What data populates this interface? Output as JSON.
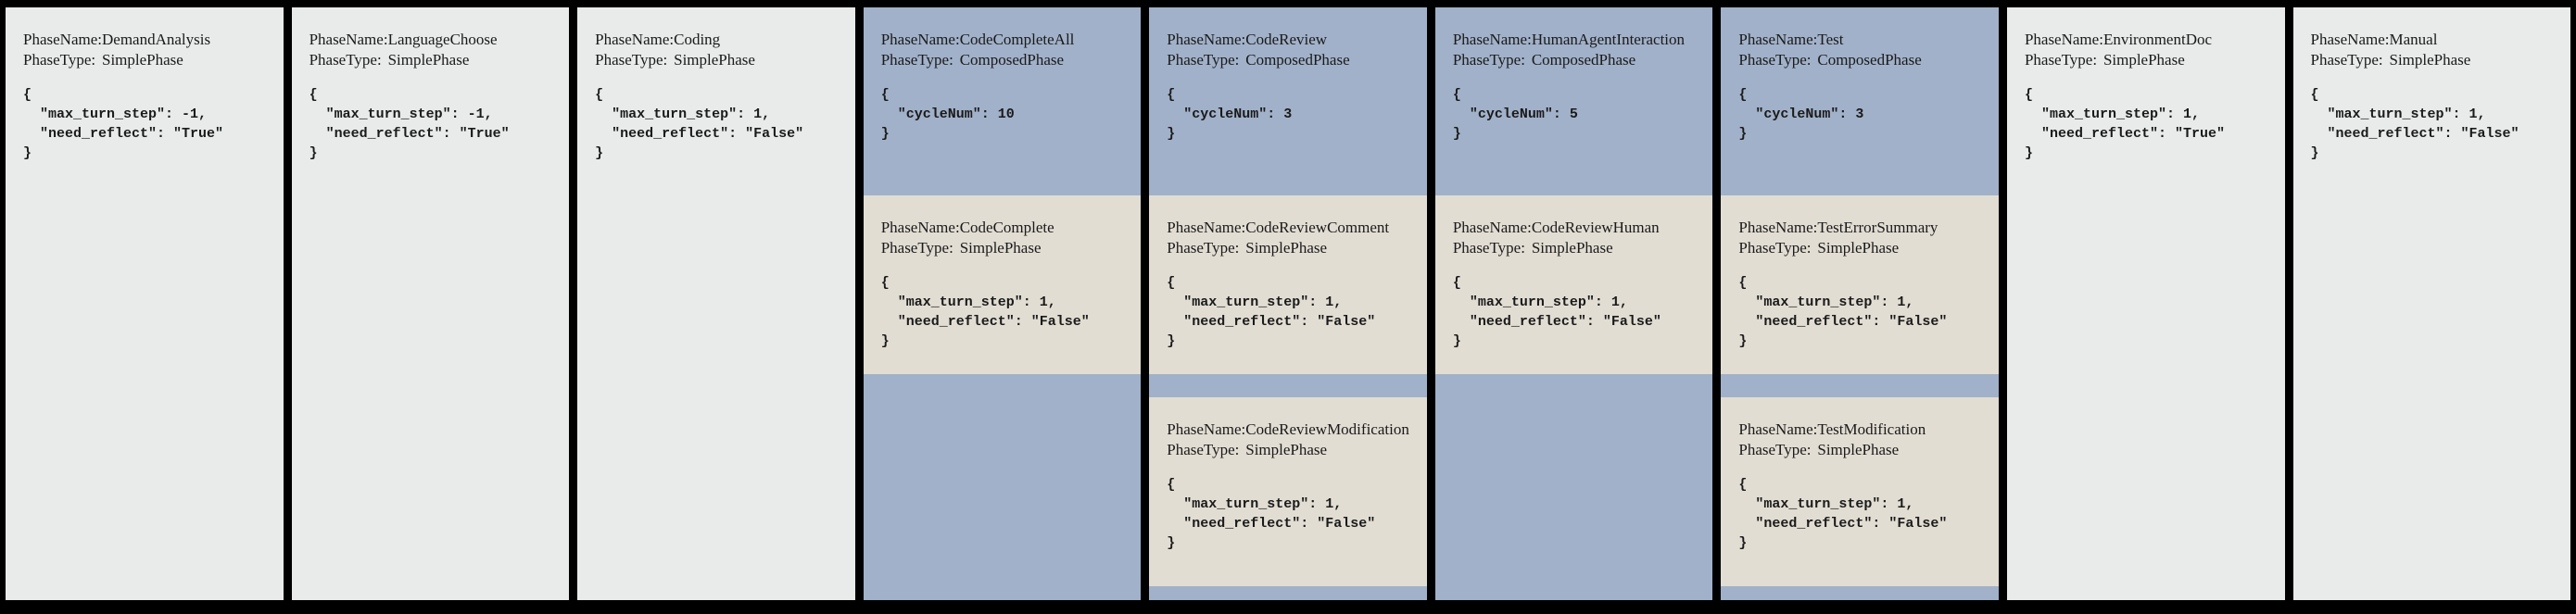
{
  "colors": {
    "page_bg": "#000000",
    "simple_phase_bg": "#e8ebea",
    "composed_phase_bg": "#a1b1c9",
    "subphase_bg": "#e2ddd3",
    "text": "#1a1a1a"
  },
  "labels": {
    "phase_name": "PhaseName:",
    "phase_type": "PhaseType:"
  },
  "phases": [
    {
      "name": "DemandAnalysis",
      "type": "SimplePhase",
      "config": "{\n  \"max_turn_step\": -1,\n  \"need_reflect\": \"True\"\n}"
    },
    {
      "name": "LanguageChoose",
      "type": "SimplePhase",
      "config": "{\n  \"max_turn_step\": -1,\n  \"need_reflect\": \"True\"\n}"
    },
    {
      "name": "Coding",
      "type": "SimplePhase",
      "config": "{\n  \"max_turn_step\": 1,\n  \"need_reflect\": \"False\"\n}"
    },
    {
      "name": "CodeCompleteAll",
      "type": "ComposedPhase",
      "config": "{\n  \"cycleNum\": 10\n}",
      "subphases": [
        {
          "name": "CodeComplete",
          "type": "SimplePhase",
          "config": "{\n  \"max_turn_step\": 1,\n  \"need_reflect\": \"False\"\n}"
        }
      ]
    },
    {
      "name": "CodeReview",
      "type": "ComposedPhase",
      "config": "{\n  \"cycleNum\": 3\n}",
      "subphases": [
        {
          "name": "CodeReviewComment",
          "type": "SimplePhase",
          "config": "{\n  \"max_turn_step\": 1,\n  \"need_reflect\": \"False\"\n}"
        },
        {
          "name": "CodeReviewModification",
          "type": "SimplePhase",
          "config": "{\n  \"max_turn_step\": 1,\n  \"need_reflect\": \"False\"\n}"
        }
      ]
    },
    {
      "name": "HumanAgentInteraction",
      "type": "ComposedPhase",
      "config": "{\n  \"cycleNum\": 5\n}",
      "subphases": [
        {
          "name": "CodeReviewHuman",
          "type": "SimplePhase",
          "config": "{\n  \"max_turn_step\": 1,\n  \"need_reflect\": \"False\"\n}"
        }
      ]
    },
    {
      "name": "Test",
      "type": "ComposedPhase",
      "config": "{\n  \"cycleNum\": 3\n}",
      "subphases": [
        {
          "name": "TestErrorSummary",
          "type": "SimplePhase",
          "config": "{\n  \"max_turn_step\": 1,\n  \"need_reflect\": \"False\"\n}"
        },
        {
          "name": "TestModification",
          "type": "SimplePhase",
          "config": "{\n  \"max_turn_step\": 1,\n  \"need_reflect\": \"False\"\n}"
        }
      ]
    },
    {
      "name": "EnvironmentDoc",
      "type": "SimplePhase",
      "config": "{\n  \"max_turn_step\": 1,\n  \"need_reflect\": \"True\"\n}"
    },
    {
      "name": "Manual",
      "type": "SimplePhase",
      "config": "{\n  \"max_turn_step\": 1,\n  \"need_reflect\": \"False\"\n}"
    }
  ]
}
